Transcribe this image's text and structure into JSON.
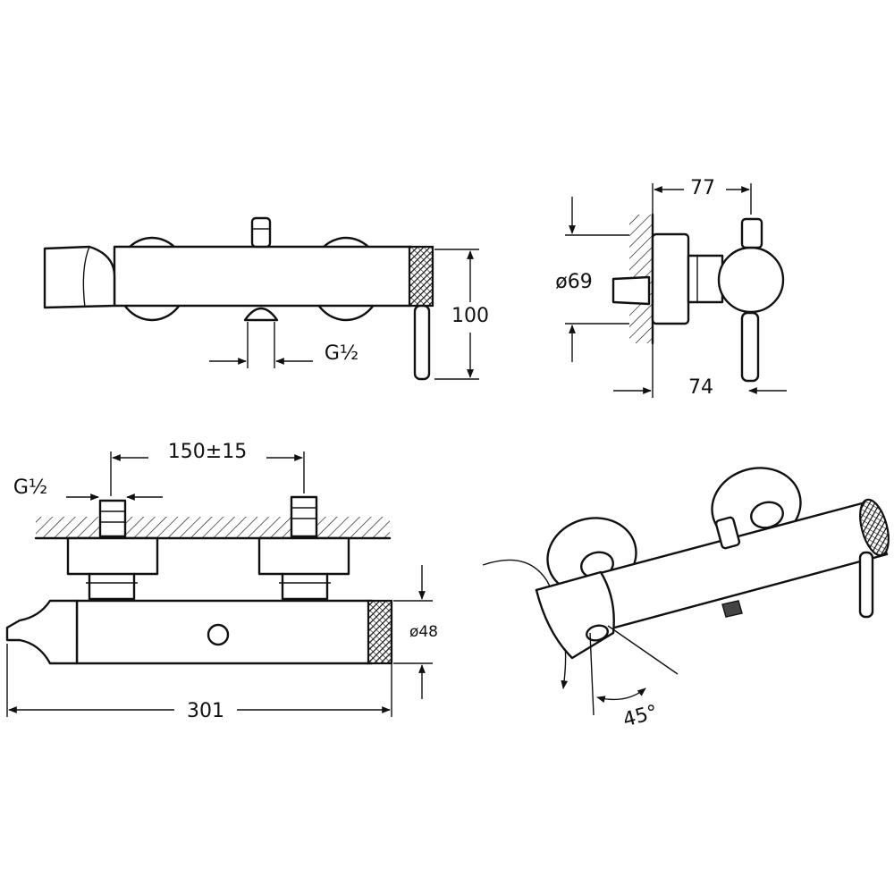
{
  "drawing": {
    "top_view": {
      "height_label": "100",
      "inlet_label": "G½"
    },
    "side_view": {
      "depth_label": "77",
      "diameter_label": "ø69",
      "spacing_label": "74"
    },
    "front_view": {
      "centers_label": "150±15",
      "inlet_label": "G½",
      "body_diameter_label": "ø48",
      "length_label": "301"
    },
    "iso_view": {
      "angle_label": "45°"
    }
  }
}
